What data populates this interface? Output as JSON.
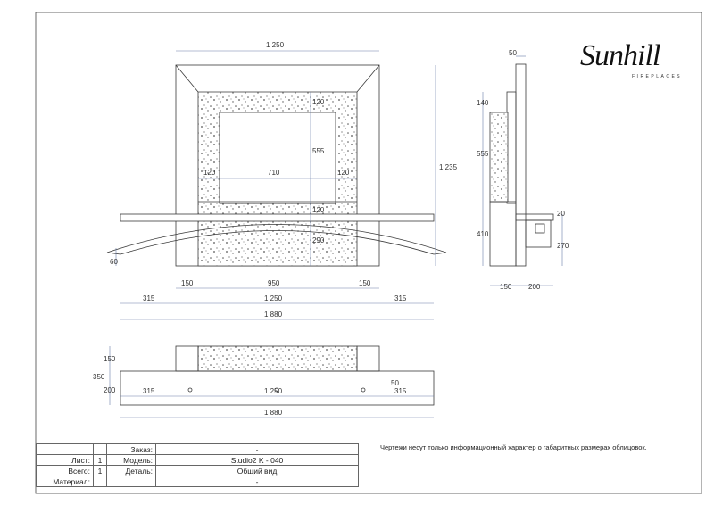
{
  "brand": {
    "name": "Sunhill",
    "sub": "FIREPLACES"
  },
  "note": "Чертежи несут только информационный характер о габаритных размерах облицовок.",
  "stamp": {
    "order_label": "Заказ:",
    "order_value": "-",
    "sheet_label": "Лист:",
    "sheet_value": "1",
    "model_label": "Модель:",
    "model_value": "Studio2 K - 040",
    "total_label": "Всего:",
    "total_value": "1",
    "detail_label": "Деталь:",
    "detail_value": "Общий вид",
    "material_label": "Материал:",
    "material_value": "-"
  },
  "dims": {
    "front_width": "1 250",
    "front_height": "1 235",
    "opening_width": "710",
    "opening_height": "555",
    "top_band": "120",
    "side_band": "120",
    "mid_band": "120",
    "lower_panel": "290",
    "shelf_edge": "60",
    "base_side": "150",
    "base_mid": "950",
    "left_ext": "315",
    "right_ext": "315",
    "overall": "1 880",
    "side_top": "50",
    "side_140": "140",
    "side_555": "555",
    "side_410": "410",
    "side_20": "20",
    "side_270": "270",
    "side_150": "150",
    "side_200": "200",
    "plan_150": "150",
    "plan_200": "200",
    "plan_350": "350",
    "plan_50": "50"
  },
  "colors": {
    "line": "#3a3a3a",
    "dim": "#6a7fa8",
    "speckle": "#555555"
  }
}
